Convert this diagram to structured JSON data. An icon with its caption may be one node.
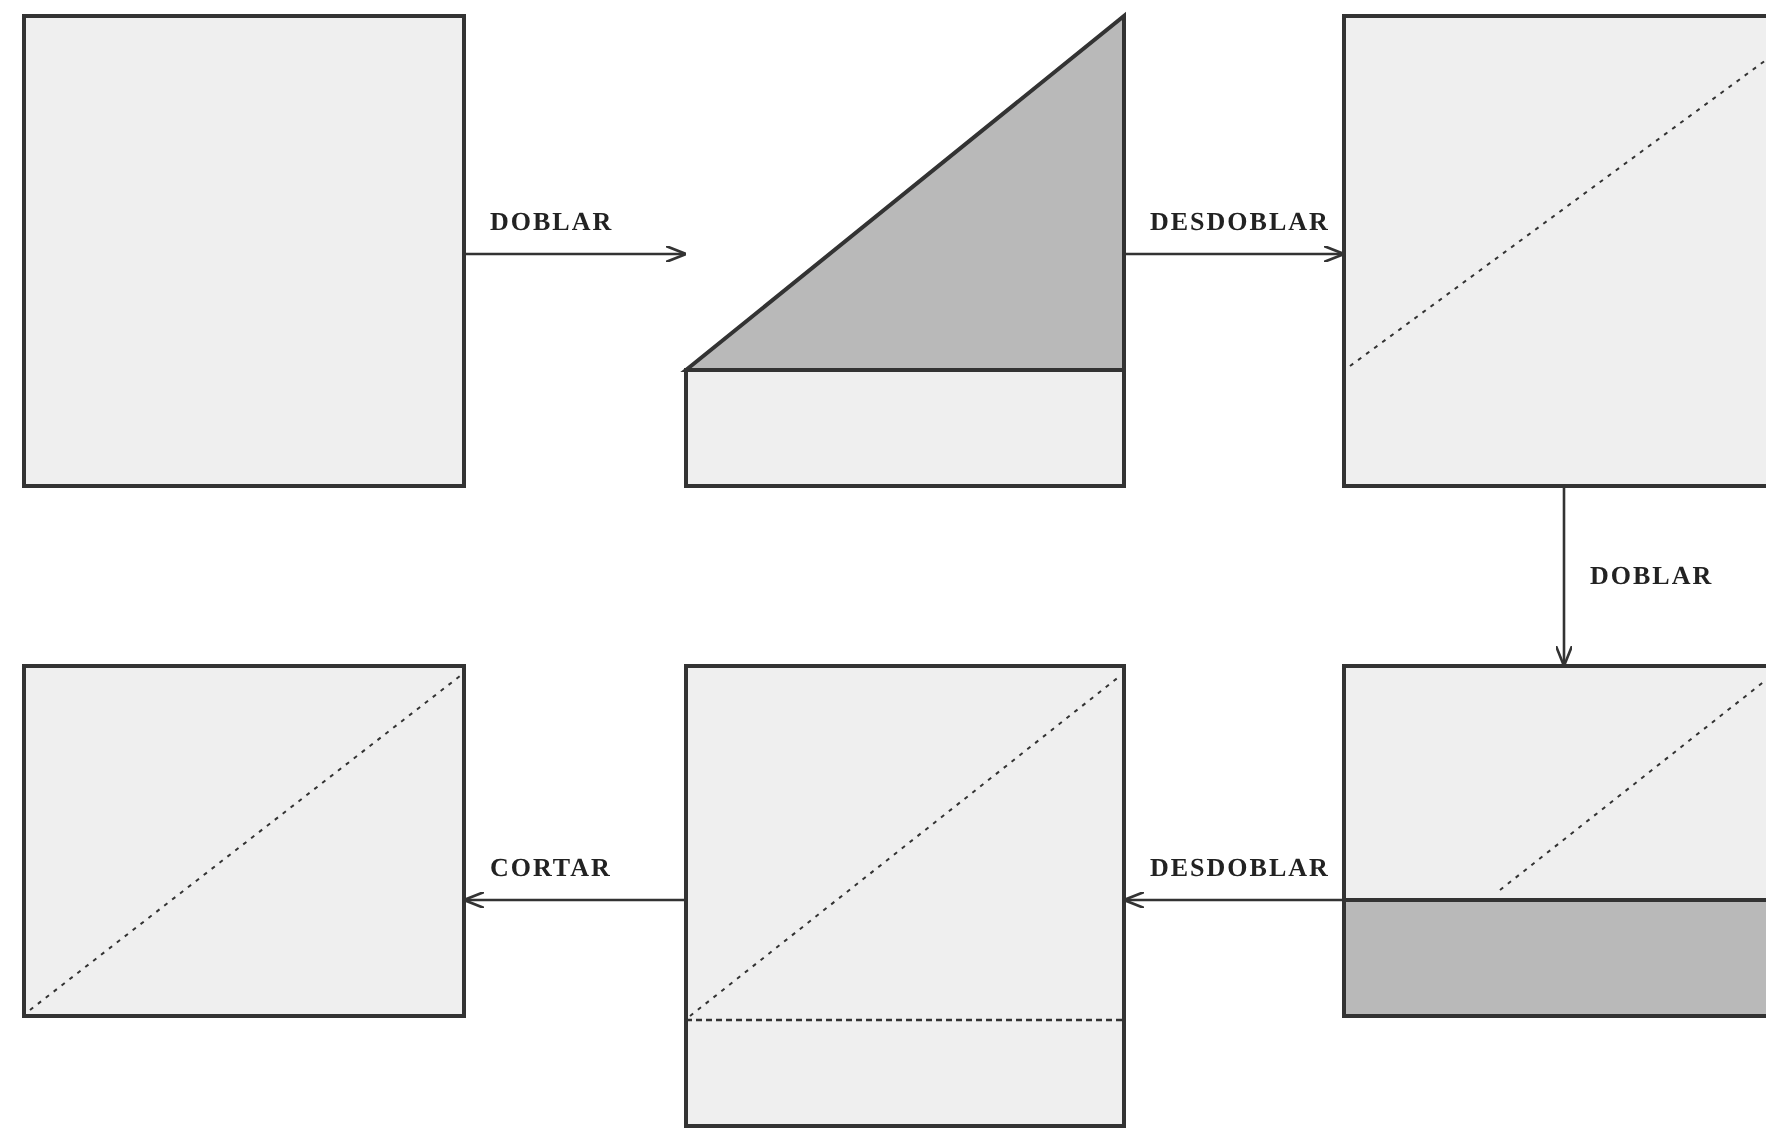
{
  "diagram": {
    "nodes": [
      {
        "text": [],
        "shape": "box"
      },
      {
        "text": [],
        "shape": "box"
      },
      {
        "text": [],
        "shape": "box"
      },
      {
        "text": [],
        "shape": "box"
      },
      {
        "text": [],
        "shape": "box"
      },
      {
        "text": [],
        "shape": "box"
      }
    ],
    "edges": [
      {
        "from": 0,
        "to": 1,
        "arrow": "to",
        "label": "DOBLAR"
      },
      {
        "from": 1,
        "to": 2,
        "arrow": "to",
        "label": "DESDOBLAR"
      },
      {
        "from": 2,
        "to": 3,
        "arrow": "to",
        "label": "DOBLAR"
      },
      {
        "from": 3,
        "to": 4,
        "arrow": "to",
        "label": "DESDOBLAR"
      },
      {
        "from": 4,
        "to": 5,
        "arrow": "to",
        "label": "CORTAR"
      }
    ]
  }
}
